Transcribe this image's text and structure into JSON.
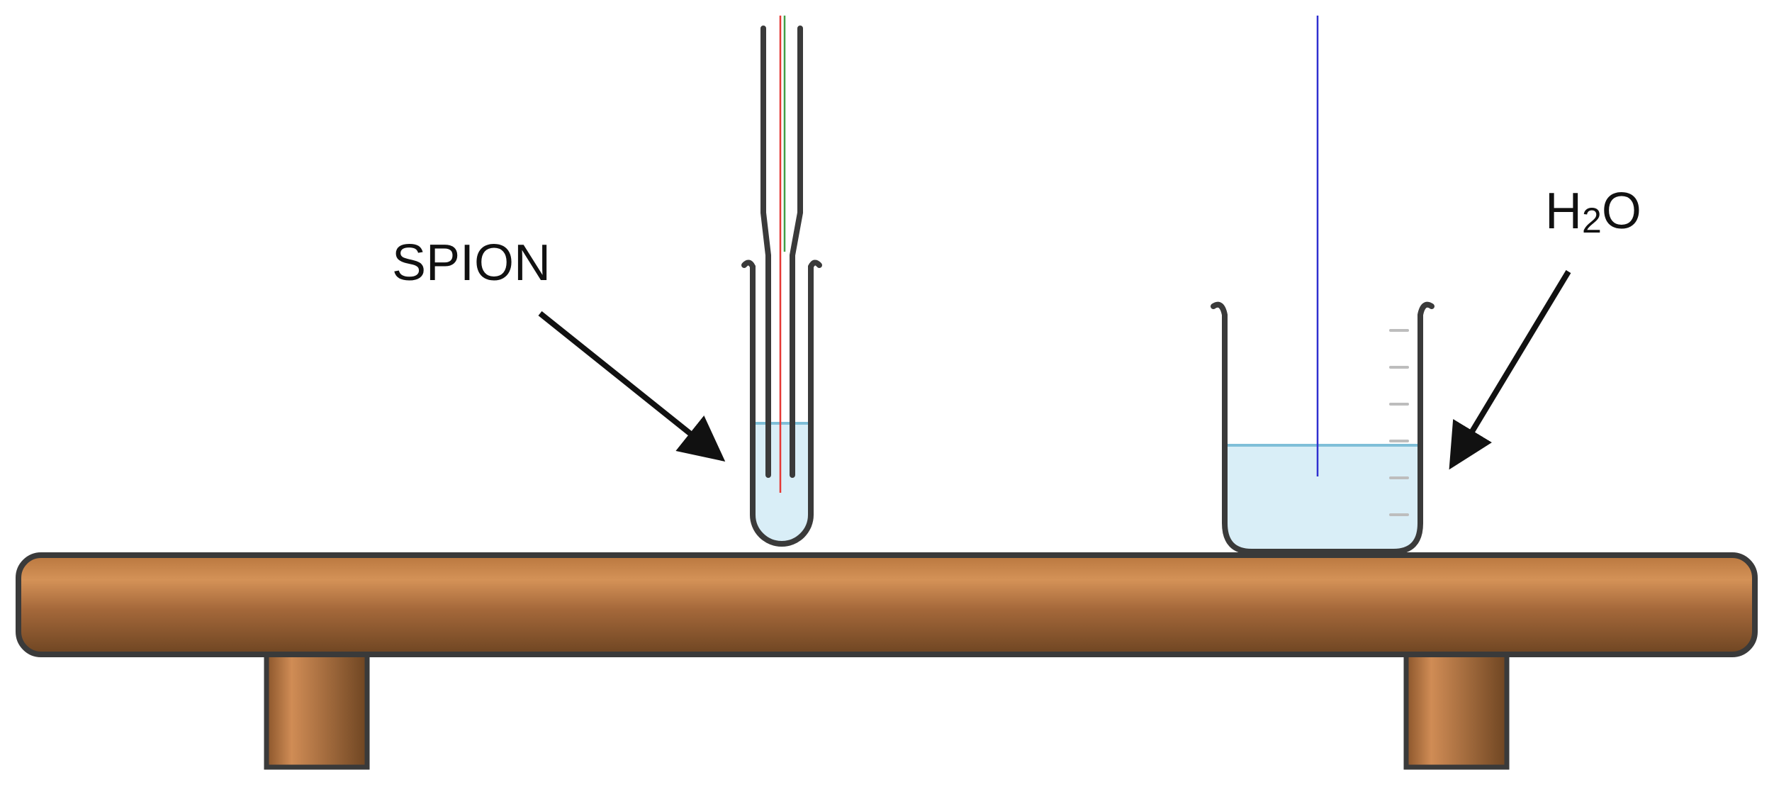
{
  "labels": {
    "spion": "SPION",
    "water_main": "H",
    "water_sub": "2",
    "water_tail": "O"
  },
  "colors": {
    "background": "#ffffff",
    "outline": "#3a3a3a",
    "liquid_fill": "#d9eef7",
    "liquid_line": "#7fbfd8",
    "wood_main": "#a4683a",
    "wood_highlight": "#d08c55",
    "wood_dark": "#5a3a1f",
    "probe_red": "#e53935",
    "probe_green": "#43a047",
    "probe_blue": "#2f2fd0",
    "arrow": "#111111"
  },
  "icons": {
    "table": "table-icon",
    "test_tube": "test-tube-icon",
    "beaker": "beaker-icon",
    "probe": "probe-icon",
    "arrow": "arrow-icon"
  }
}
